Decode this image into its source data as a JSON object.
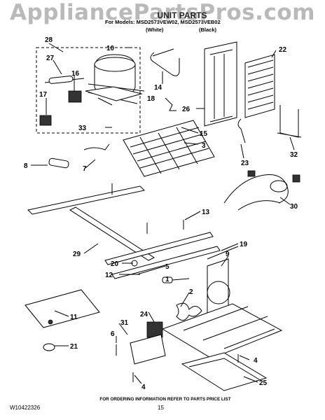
{
  "watermark": "AppliancePartsPros.com",
  "header": {
    "title": "UNIT PARTS",
    "models_line": "For Models: MSD2573VEW02, MSD2573VEB02",
    "white_label": "(White)",
    "black_label": "(Black)"
  },
  "callouts": {
    "c1": "1",
    "c2": "2",
    "c3": "3",
    "c4a": "4",
    "c4b": "4",
    "c5": "5",
    "c6": "6",
    "c7": "7",
    "c8": "8",
    "c9": "9",
    "c10": "10",
    "c11": "11",
    "c12": "12",
    "c13": "13",
    "c14": "14",
    "c15": "15",
    "c16": "16",
    "c17": "17",
    "c18": "18",
    "c19": "19",
    "c20": "20",
    "c21": "21",
    "c22": "22",
    "c23": "23",
    "c24": "24",
    "c25": "25",
    "c26": "26",
    "c27": "27",
    "c28": "28",
    "c29": "29",
    "c30": "30",
    "c31": "31",
    "c32": "32",
    "c33": "33"
  },
  "footer": {
    "note": "FOR ORDERING INFORMATION REFER TO PARTS PRICE LIST",
    "doc_number": "W10422326",
    "page_number": "15"
  }
}
